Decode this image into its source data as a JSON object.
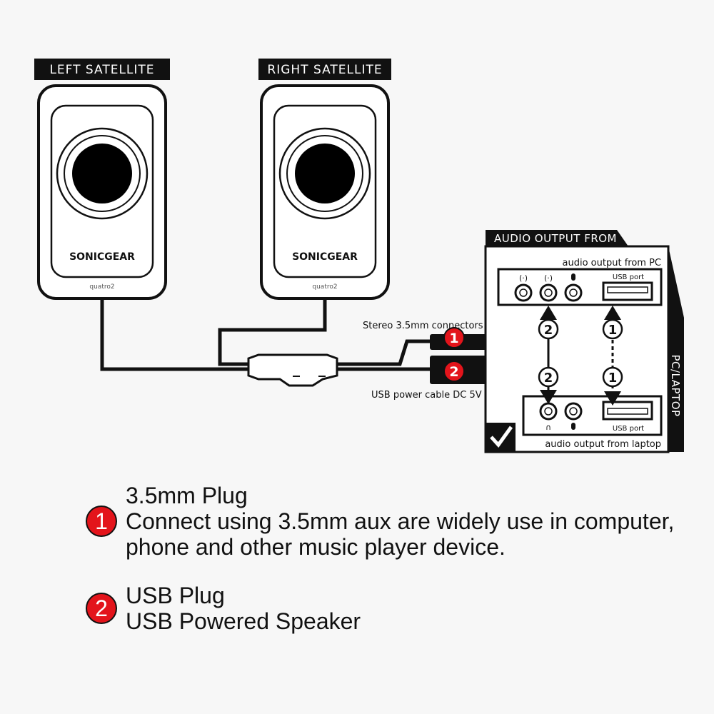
{
  "speakers": {
    "left": {
      "label": "LEFT SATELLITE",
      "brand": "SONICGEAR",
      "model": "quatro2"
    },
    "right": {
      "label": "RIGHT SATELLITE",
      "brand": "SONICGEAR",
      "model": "quatro2"
    }
  },
  "cables": {
    "stereo_label": "Stereo 3.5mm connectors",
    "usb_label": "USB power cable DC 5V",
    "plug1_num": "1",
    "plug2_num": "2"
  },
  "panel": {
    "header": "AUDIO OUTPUT FROM",
    "side_label": "PC/LAPTOP",
    "pc_label": "audio output from PC",
    "laptop_label": "audio output from laptop",
    "usb_port_pc": "USB port",
    "usb_port_laptop": "USB port",
    "step_num_1": "1",
    "step_num_2": "2"
  },
  "legend": [
    {
      "num": "1",
      "title": "3.5mm Plug",
      "desc": "Connect using 3.5mm aux are widely use in computer, phone and other music player device."
    },
    {
      "num": "2",
      "title": "USB Plug",
      "desc": "USB Powered Speaker"
    }
  ],
  "colors": {
    "accent_red": "#e3141b",
    "ink": "#111111",
    "background": "#f7f7f7"
  }
}
